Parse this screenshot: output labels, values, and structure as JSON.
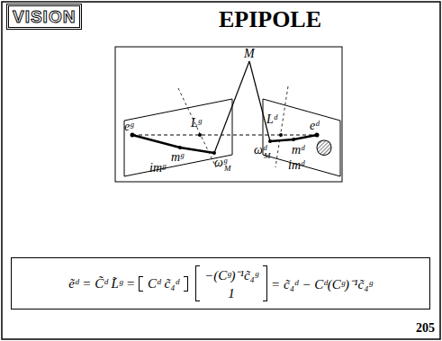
{
  "diagram": {
    "title": "EPIPOLE",
    "nodes": [
      {
        "text": [
          "ẽᵈ = C̃ᵈ L̃ᵍ =",
          "Cᵈ c̃₄ᵈ",
          "−(Cᵍ)⁻¹c̃₄ᵍ",
          "1",
          "= c̃₄ᵈ − Cᵈ(Cᵍ)⁻¹c̃₄ᵍ"
        ]
      }
    ],
    "labels": [
      "VISION",
      "M",
      "eᵍ",
      "Lᵍ",
      "Lᵈ",
      "eᵈ",
      "mᵍ",
      "mᵈ",
      "ωᵍ",
      "M",
      "ωᵈ",
      "M",
      "imᵍ",
      "imᵈ",
      "205"
    ]
  }
}
